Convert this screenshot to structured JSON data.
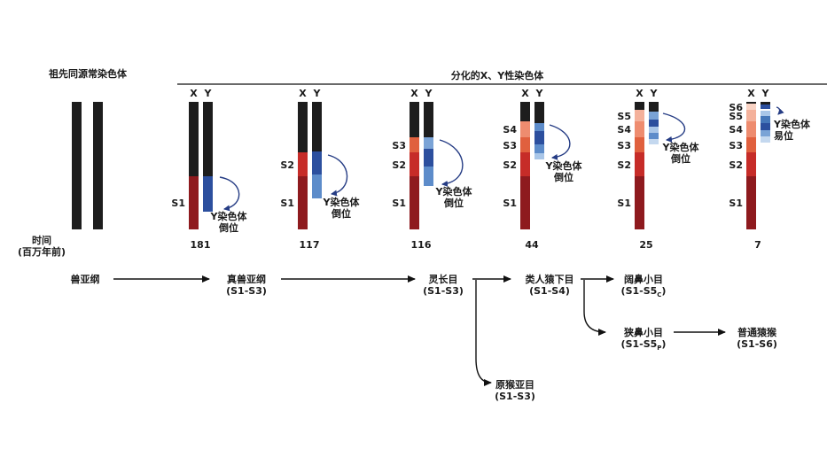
{
  "headers": {
    "ancestral": "祖先同源常染色体",
    "differentiated": "分化的X、Y性染色体"
  },
  "time_label": [
    "时间",
    "(百万年前)"
  ],
  "chromosome_labels": {
    "x": "X",
    "y": "Y"
  },
  "stages": [
    {
      "time": "181",
      "strata": [
        "S1"
      ],
      "note": [
        "Y染色体",
        "倒位"
      ]
    },
    {
      "time": "117",
      "strata": [
        "S1",
        "S2"
      ],
      "note": [
        "Y染色体",
        "倒位"
      ]
    },
    {
      "time": "116",
      "strata": [
        "S1",
        "S2",
        "S3"
      ],
      "note": [
        "Y染色体",
        "倒位"
      ]
    },
    {
      "time": "44",
      "strata": [
        "S1",
        "S2",
        "S3",
        "S4"
      ],
      "note": [
        "Y染色体",
        "倒位"
      ]
    },
    {
      "time": "25",
      "strata": [
        "S1",
        "S2",
        "S3",
        "S4",
        "S5"
      ],
      "note": [
        "Y染色体",
        "倒位"
      ]
    },
    {
      "time": "7",
      "strata": [
        "S1",
        "S2",
        "S3",
        "S4",
        "S5",
        "S6"
      ],
      "note": [
        "Y染色体",
        "易位"
      ]
    }
  ],
  "colors": {
    "chromosome": "#1d1d1d",
    "x_strata": [
      "#8e1a1e",
      "#c62c28",
      "#e0603e",
      "#ee8c6f",
      "#f4b19b",
      "#f9d3c4"
    ],
    "y_strata": [
      "#2c4f9e",
      "#4677b9",
      "#2c4f9e",
      "#7aa3d6",
      "#a9c6e8",
      "#2c4f9e"
    ],
    "arrow": "#253c84"
  },
  "phylogeny": {
    "mammalia": {
      "name": "兽亚纲"
    },
    "eutheria": {
      "name": "真兽亚纲",
      "range": "(S1-S3)"
    },
    "primates": {
      "name": "灵长目",
      "range": "(S1-S3)"
    },
    "strepsirrhini": {
      "name": "原猴亚目",
      "range": "(S1-S3)"
    },
    "simiiformes": {
      "name": "类人猿下目",
      "range": "(S1-S4)"
    },
    "platyrrhini": {
      "name": "阔鼻小目",
      "range_main": "(S1-S5",
      "range_sub": "C",
      "range_end": ")"
    },
    "catarrhini": {
      "name": "狭鼻小目",
      "range_main": "(S1-S5",
      "range_sub": "P",
      "range_end": ")"
    },
    "hominoidea": {
      "name": "普通猿猴",
      "range": "(S1-S6)"
    }
  }
}
